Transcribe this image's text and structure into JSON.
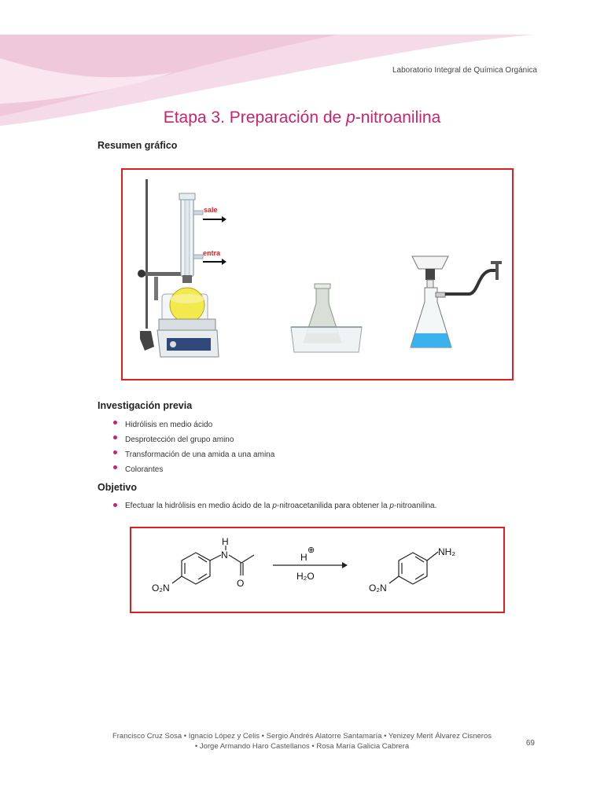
{
  "header": {
    "running_head": "Laboratorio Integral de Química Orgánica",
    "colors": {
      "band_light": "#f5dbe7",
      "band_dark": "#ecc0d4",
      "title": "#c8246c",
      "frame": "#e0201f"
    }
  },
  "title": {
    "prefix": "Etapa 3. Preparación de ",
    "italic": "p",
    "suffix": "-nitroanilina"
  },
  "graphic_summary": {
    "heading": "Resumen gráfico",
    "label_out": "sale",
    "label_in": "entra"
  },
  "research": {
    "heading": "Investigación previa",
    "items": [
      "Hidrólisis en medio ácido",
      "Desprotección del grupo amino",
      "Transformación de una amida a una amina",
      "Colorantes"
    ]
  },
  "objective": {
    "heading": "Objetivo",
    "text_part1": "Efectuar la hidrólisis en medio ácido de la ",
    "italic1": "p",
    "text_part2": "-nitroacetanilida para obtener la ",
    "italic2": "p",
    "text_part3": "-nitroanilina."
  },
  "reaction": {
    "reactant_h": "H",
    "reactant_n": "N",
    "reactant_o": "O",
    "nitro_left": "O₂N",
    "reagent_top": "H",
    "reagent_charge": "⊕",
    "reagent_bottom": "H₂O",
    "product_amine": "NH₂",
    "nitro_right": "O₂N"
  },
  "footer": {
    "authors_line1": "Francisco Cruz Sosa • Ignacio López y Celis • Sergio Andrés Alatorre Santamaría • Yenizey Merit Álvarez Cisneros",
    "authors_line2": "• Jorge Armando Haro Castellanos • Rosa María Galicia  Cabrera",
    "page_number": "69"
  }
}
